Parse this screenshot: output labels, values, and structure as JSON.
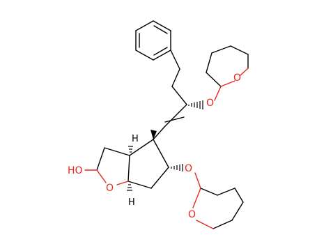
{
  "molecule": {
    "atom_labels": {
      "oxygen": "O",
      "hydroxyl": "HO",
      "hydrogen": "H"
    },
    "colors": {
      "bond": "#000000",
      "oxygen": "#e8251a",
      "background": "#ffffff"
    }
  }
}
